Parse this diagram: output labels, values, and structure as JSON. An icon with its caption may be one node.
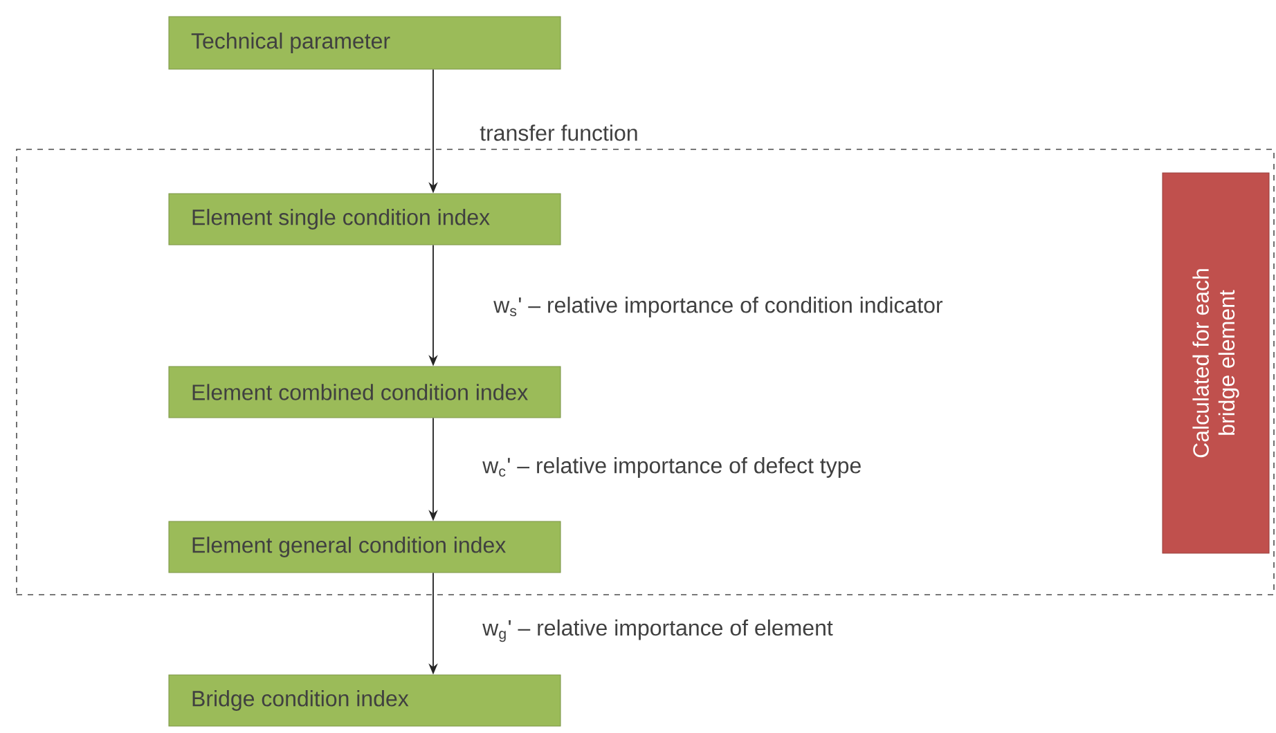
{
  "diagram": {
    "nodes": [
      {
        "text": [
          "Technical parameter"
        ]
      },
      {
        "text": [],
        "shape": "box"
      },
      {
        "text": [
          "Element single condition index"
        ],
        "in": 1
      },
      {
        "text": [
          "Element combined condition index"
        ],
        "in": 1
      },
      {
        "text": [
          "Element general condition index"
        ],
        "in": 1
      },
      {
        "text": [
          "Calculated for each bridge element"
        ],
        "in": 1
      },
      {
        "text": [
          "Bridge condition index"
        ]
      }
    ],
    "edges": [
      {
        "from": 0,
        "to": 2,
        "arrow": "to",
        "label": "transfer function"
      },
      {
        "from": 2,
        "to": 3,
        "arrow": "to",
        "label": "w$_{s}$' – relative importance of condition indicator"
      },
      {
        "from": 3,
        "to": 4,
        "arrow": "to",
        "label": "w$_{c}$' – relative importance of defect type"
      },
      {
        "from": 4,
        "to": 6,
        "arrow": "to",
        "label": "w$_{g}$' – relative importance of element"
      }
    ]
  }
}
